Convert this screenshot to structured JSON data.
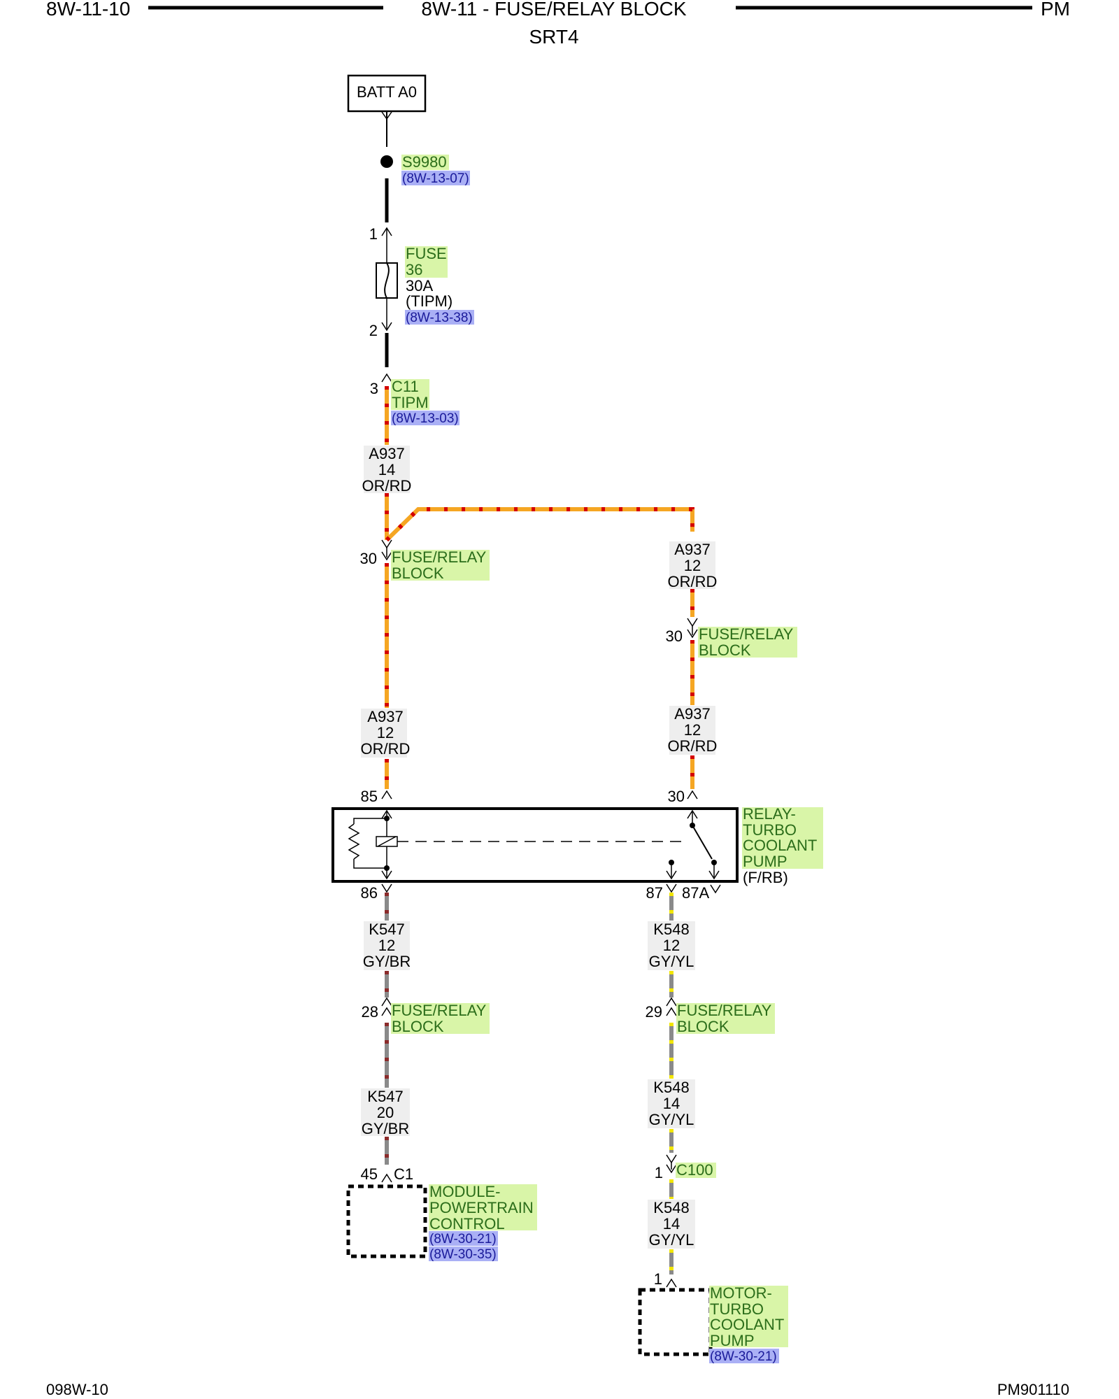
{
  "header": {
    "left": "8W-11-10",
    "title": "8W-11 - FUSE/RELAY BLOCK",
    "subtitle": "SRT4",
    "right": "PM"
  },
  "footer": {
    "left": "098W-10",
    "right": "PM901110"
  },
  "batt": {
    "label": "BATT A0"
  },
  "splice": {
    "id": "S9980",
    "ref": "(8W-13-07)"
  },
  "fuse": {
    "pin_in": "1",
    "pin_out": "2",
    "label1": "FUSE",
    "label2": "36",
    "rating": "30A",
    "location": "(TIPM)",
    "ref": "(8W-13-38)"
  },
  "c11": {
    "pin": "3",
    "label1": "C11",
    "label2": "TIPM",
    "ref": "(8W-13-03)"
  },
  "wire_a937_14": {
    "circuit": "A937",
    "gauge": "14",
    "color": "OR/RD"
  },
  "frb_left": {
    "pin": "30",
    "label1": "FUSE/RELAY",
    "label2": "BLOCK"
  },
  "wire_a937_12_right_top": {
    "circuit": "A937",
    "gauge": "12",
    "color": "OR/RD"
  },
  "frb_right": {
    "pin": "30",
    "label1": "FUSE/RELAY",
    "label2": "BLOCK"
  },
  "wire_a937_12_left": {
    "circuit": "A937",
    "gauge": "12",
    "color": "OR/RD"
  },
  "wire_a937_12_right": {
    "circuit": "A937",
    "gauge": "12",
    "color": "OR/RD"
  },
  "relay": {
    "pin85": "85",
    "pin30": "30",
    "pin86": "86",
    "pin87": "87",
    "pin87a": "87A",
    "label1": "RELAY-",
    "label2": "TURBO",
    "label3": "COOLANT",
    "label4": "PUMP",
    "location": "(F/RB)"
  },
  "wire_k547_12": {
    "circuit": "K547",
    "gauge": "12",
    "color": "GY/BR"
  },
  "wire_k548_12": {
    "circuit": "K548",
    "gauge": "12",
    "color": "GY/YL"
  },
  "frb_28": {
    "pin": "28",
    "label1": "FUSE/RELAY",
    "label2": "BLOCK"
  },
  "frb_29": {
    "pin": "29",
    "label1": "FUSE/RELAY",
    "label2": "BLOCK"
  },
  "wire_k547_20": {
    "circuit": "K547",
    "gauge": "20",
    "color": "GY/BR"
  },
  "wire_k548_14a": {
    "circuit": "K548",
    "gauge": "14",
    "color": "GY/YL"
  },
  "c100": {
    "pin": "1",
    "label": "C100"
  },
  "wire_k548_14b": {
    "circuit": "K548",
    "gauge": "14",
    "color": "GY/YL"
  },
  "pcm": {
    "pin": "45",
    "connector": "C1",
    "label1": "MODULE-",
    "label2": "POWERTRAIN",
    "label3": "CONTROL",
    "ref1": "(8W-30-21)",
    "ref2": "(8W-30-35)"
  },
  "motor": {
    "pin": "1",
    "label1": "MOTOR-",
    "label2": "TURBO",
    "label3": "COOLANT",
    "label4": "PUMP",
    "ref": "(8W-30-21)"
  },
  "colors": {
    "orange": "#f5a623",
    "red_dash": "#d40000",
    "gray": "#8a8a8a",
    "yellow_dash": "#f2e600",
    "brown_dash": "#8b2b2b",
    "label_bg": "#d9f5a8",
    "ref_bg": "#aab0f5",
    "wire_label_bg": "#eeeeee"
  }
}
